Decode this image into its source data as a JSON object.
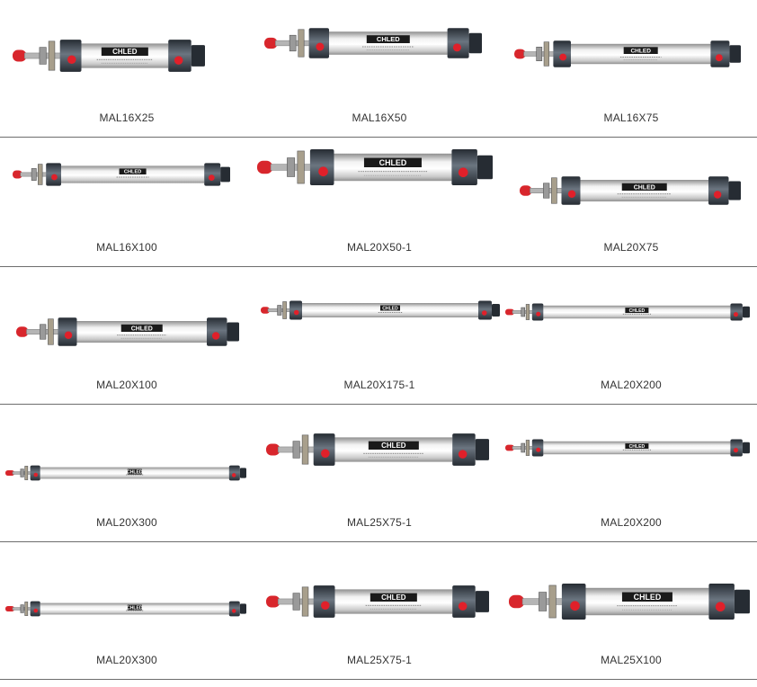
{
  "brand": "CHLED",
  "colors": {
    "cap_red": "#d8262c",
    "port_red": "#e0202a",
    "body_light": "#f2f2f2",
    "body_mid": "#c8c8c8",
    "body_dark": "#8f8f8f",
    "endcap": "#3d4650",
    "endcap_dark": "#262c33",
    "label_black": "#1a1a1a",
    "divider": "#6d6d6d"
  },
  "products": [
    {
      "name": "MAL16X25"
    },
    {
      "name": "MAL16X50"
    },
    {
      "name": "MAL16X75"
    },
    {
      "name": "MAL16X100"
    },
    {
      "name": "MAL20X50-1"
    },
    {
      "name": "MAL20X75"
    },
    {
      "name": "MAL20X100"
    },
    {
      "name": "MAL20X175-1"
    },
    {
      "name": "MAL20X200"
    },
    {
      "name": "MAL20X300"
    },
    {
      "name": "MAL25X75-1"
    },
    {
      "name": "MAL20X200"
    },
    {
      "name": "MAL20X300"
    },
    {
      "name": "MAL25X75-1"
    },
    {
      "name": "MAL25X100"
    }
  ]
}
